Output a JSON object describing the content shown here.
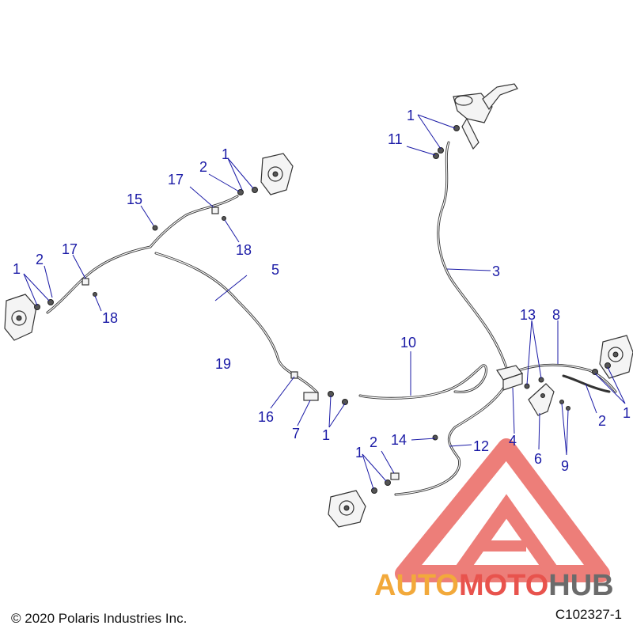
{
  "callouts": {
    "c1a": "1",
    "c1b": "1",
    "c1c": "1",
    "c1d": "1",
    "c1e": "1",
    "c1f": "1",
    "c2a": "2",
    "c2b": "2",
    "c2c": "2",
    "c2d": "2",
    "c3": "3",
    "c4": "4",
    "c5": "5",
    "c6": "6",
    "c7": "7",
    "c8": "8",
    "c9": "9",
    "c10": "10",
    "c11": "11",
    "c12": "12",
    "c13": "13",
    "c14": "14",
    "c15": "15",
    "c16": "16",
    "c17a": "17",
    "c17b": "17",
    "c18a": "18",
    "c18b": "18",
    "c19": "19"
  },
  "footer": {
    "copyright": "© 2020 Polaris Industries Inc.",
    "diagram_id": "C102327-1"
  },
  "watermark": {
    "part1": "AUTO",
    "part2": "MOTO",
    "part3": "HUB",
    "color_red": "#e8534d",
    "color_orange": "#f2a93b",
    "color_gray": "#6b6b6b"
  },
  "colors": {
    "callout": "#1a1aa6",
    "line": "#333333"
  }
}
